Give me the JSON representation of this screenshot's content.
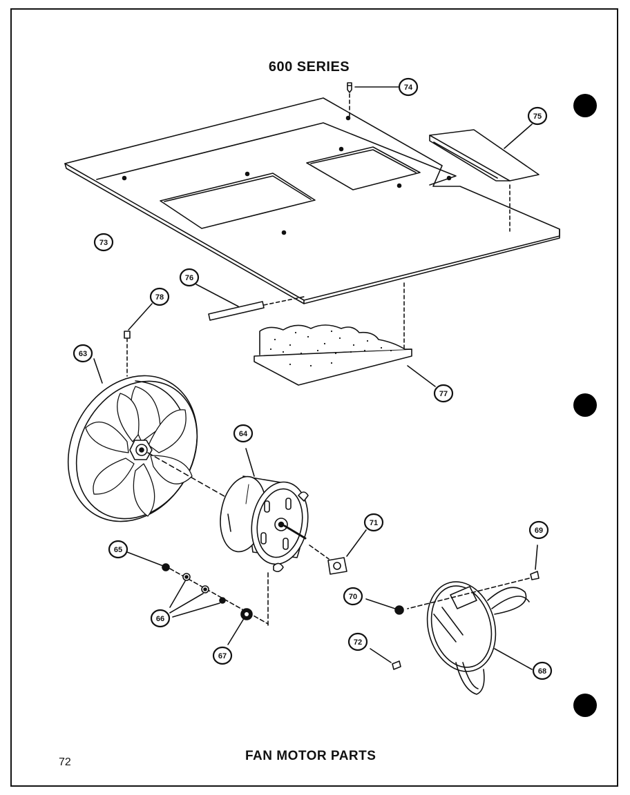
{
  "header": {
    "series_title": "600 SERIES"
  },
  "footer": {
    "section_title": "FAN MOTOR PARTS",
    "page_number": "72"
  },
  "callouts": {
    "c63": "63",
    "c64": "64",
    "c65": "65",
    "c66": "66",
    "c67": "67",
    "c68": "68",
    "c69": "69",
    "c70": "70",
    "c71": "71",
    "c72": "72",
    "c73": "73",
    "c74": "74",
    "c75": "75",
    "c76": "76",
    "c77": "77",
    "c78": "78"
  }
}
